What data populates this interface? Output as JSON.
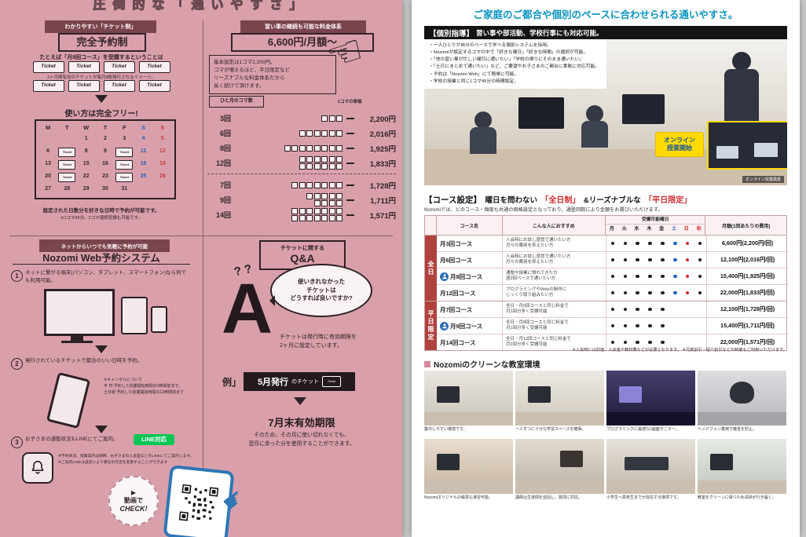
{
  "left": {
    "banner": "圧倒的な「通いやすさ」",
    "ticket": {
      "ribbon": "わかりやすい「チケット制」",
      "title": "完全予約制",
      "lead": "たとえば「月8回コース」を受講するということは",
      "ticket_label": "Ticket",
      "between_note": "2ヶ月間有効のチケットが毎月8枚発行されるイメージ。",
      "free_title": "使い方は完全フリー!",
      "calendar": {
        "header": [
          "M",
          "T",
          "W",
          "T",
          "F",
          "S",
          "S"
        ],
        "weeks": [
          [
            "",
            "",
            "1",
            "2",
            "3",
            "4",
            "5"
          ],
          [
            "6",
            "7",
            "8",
            "9",
            "10",
            "11",
            "12"
          ],
          [
            "13",
            "14",
            "15",
            "16",
            "17",
            "18",
            "19"
          ],
          [
            "20",
            "21",
            "22",
            "23",
            "24",
            "25",
            "26"
          ],
          [
            "27",
            "28",
            "29",
            "30",
            "31",
            "",
            ""
          ]
        ],
        "ticket_days": [
          "7",
          "10",
          "14",
          "17",
          "21",
          "24"
        ]
      },
      "note": "設定された日数分を好きな日時で予約が可能です。",
      "note_small": "※1コマ45分。2コマ連続受講も可能です。"
    },
    "pricing": {
      "ribbon": "習い事の継続も可能な料金体系",
      "title": "6,600円/月額〜",
      "lead": "基本設定は1コマ2,200円。\nコマが増えるほど、平日限定など\nリーズナブルな料金体系だから\n長く続けて頂けます。",
      "col_header": "ひと月のコマ数",
      "unit_header": "1コマの単価",
      "rows": [
        {
          "count": "3回",
          "n": 3,
          "price": "2,200円"
        },
        {
          "count": "6回",
          "n": 6,
          "price": "2,016円"
        },
        {
          "count": "8回",
          "n": 8,
          "price": "1,925円"
        },
        {
          "count": "12回",
          "n": 12,
          "price": "1,833円"
        },
        {
          "count": "7回",
          "n": 7,
          "price": "1,728円"
        },
        {
          "count": "9回",
          "n": 9,
          "price": "1,711円"
        },
        {
          "count": "14回",
          "n": 14,
          "price": "1,571円"
        }
      ],
      "split_after": 4
    },
    "web": {
      "ribbon": "ネットからいつでも気軽に予約が可能",
      "title": "Nozomi Web予約システム",
      "n1": "1",
      "n2": "2",
      "n3": "3",
      "step1": "ネットに繋がる端末(パソコン、タブレット、スマートフォン)なら何でも利用可能。",
      "step2": "発行されているチケットで都合のいい日時を予約。",
      "step2_note": "※キャンセルについて\n平 日:予約した授業開始時間の3時間前まで。\n土日祝:予約した授業開始時間の12時間前まで",
      "step3": "お子さまの通塾状況もLINEにてご案内。",
      "line_badge": "LINE対応",
      "step3_note": "※予約状況、授業案内は随時、お子さまの入退室などをLINEにてご案内します。\n※ご案内LINEは設定により受信の可否を変更することができます"
    },
    "qa": {
      "ribbon": "チケットに関する",
      "title": "Q&A",
      "q_marks": "? ?",
      "question": "使いきれなかった\nチケットは\nどうすれば良いですか?",
      "big_a": "A",
      "answer": "チケットは発行時に有効期限を\n2ヶ月に設定しています。",
      "example_label": "例」",
      "example_month": "5月発行",
      "example_suffix": "のチケット",
      "deadline": "7月末有効期限",
      "closing": "そのため、その月に使い切れなくても、\n翌月に余った分を使用することができます。"
    },
    "video": {
      "play": "▶",
      "line1": "動画で",
      "line2": "CHECK!"
    }
  },
  "right": {
    "headline": "ご家庭のご都合や個別のペースに合わせられる通いやすさ。",
    "kobetsu": {
      "label": "【個別指導】",
      "title": "習い事や部活動、学校行事にも対応可能。",
      "bullets": [
        "一人ひとりが自分のペースで学べる個別システムを採用。",
        "Nozomiが設定するコマの中で「好きな曜日」「好きな時間」の選択が可能。",
        "「他の習い事が忙しい曜日に通いたい」「学校の帰りにそのまま通いたい」",
        "「土日にまとめて通いたい」など、ご要望やお子さまのご都合に柔軟に対応可能。",
        "予約は「Nozomi Web」にて簡単に可能。",
        "学校の授業と同じ1コマ45分の時間設定。"
      ],
      "photo_badge": "オンライン\n授業開始",
      "photo_caption": "オンライン授業風景"
    },
    "course": {
      "label": "【コース設定】",
      "t1": "曜日を問わない",
      "red1": "「全日制」",
      "t2": "&リーズナブルな",
      "red2": "「平日限定」",
      "sub": "Nozomiでは、どのコース・頻度も共通の価格設定となっており、通塾回数により金額をお選びいただけます。",
      "table": {
        "h_course": "コース名",
        "h_recommend": "こんな人におすすめ",
        "h_days": "受講可能曜日",
        "h_price": "月額(1回あたりの費用)",
        "day_labels": [
          "月",
          "火",
          "水",
          "木",
          "金",
          "土",
          "日",
          "祝"
        ],
        "groups": [
          {
            "name": "全日",
            "rows": [
              {
                "name": "月3回コース",
                "badge": false,
                "recommend": "入会時にお試し感覚で通いたい方\n月々の費用を抑えたい方",
                "dots": [
                  1,
                  1,
                  1,
                  1,
                  1,
                  1,
                  1,
                  1
                ],
                "price": "6,600円(2,200円/回)"
              },
              {
                "name": "月6回コース",
                "badge": false,
                "recommend": "入会時にお試し感覚で通いたい方\n月々の費用を抑えたい方",
                "dots": [
                  1,
                  1,
                  1,
                  1,
                  1,
                  1,
                  1,
                  1
                ],
                "price": "12,100円(2,016円/回)"
              },
              {
                "name": "月8回コース",
                "badge": true,
                "recommend": "通塾や授業に慣れてきた方\n週2回ペースで通いたい方",
                "dots": [
                  1,
                  1,
                  1,
                  1,
                  1,
                  1,
                  1,
                  1
                ],
                "price": "15,400円(1,925円/回)"
              },
              {
                "name": "月12回コース",
                "badge": false,
                "recommend": "プログラミングやWebの制作に\nじっくり取り組みたい方",
                "dots": [
                  1,
                  1,
                  1,
                  1,
                  1,
                  1,
                  1,
                  1
                ],
                "price": "22,000円(1,833円/回)"
              }
            ]
          },
          {
            "name": "平日限定",
            "rows": [
              {
                "name": "月7回コース",
                "badge": false,
                "recommend": "全日・月6回コースと同じ料金で\n月1回分多く受講可能",
                "dots": [
                  1,
                  1,
                  1,
                  1,
                  1,
                  0,
                  0,
                  0
                ],
                "price": "12,100円(1,728円/回)"
              },
              {
                "name": "月9回コース",
                "badge": true,
                "recommend": "全日・月8回コースと同じ料金で\n月1回分多く受講可能",
                "dots": [
                  1,
                  1,
                  1,
                  1,
                  1,
                  0,
                  0,
                  0
                ],
                "price": "15,400円(1,711円/回)"
              },
              {
                "name": "月14回コース",
                "badge": false,
                "recommend": "全日・月12回コースと同じ料金で\n月2回分多く受講可能",
                "dots": [
                  1,
                  1,
                  1,
                  1,
                  1,
                  0,
                  0,
                  0
                ],
                "price": "22,000円(1,571円/回)"
              }
            ]
          }
        ]
      },
      "notes": "※入会時には別途、入会金や教材費などが必要となります。 ※兄弟割引・紹介割引などの制度もご利用いただけます。"
    },
    "env": {
      "title": "Nozomiのクリーンな教室環境",
      "photos": [
        {
          "caption": "集中しやすい環境です。"
        },
        {
          "caption": "一人ずつに十分な学習スペースを確保。"
        },
        {
          "caption": "プログラミングに最適な2画面モニター。"
        },
        {
          "caption": "ヘッドフォン着用で雑音を防止。"
        },
        {
          "caption": "Nozomiオリジナルの帳票も演習可能。"
        },
        {
          "caption": "講師は生徒間を巡回し、質問に対応。"
        },
        {
          "caption": "小学生〜高校生までが混在する環境です。"
        },
        {
          "caption": "教室をクリーンに保つため清掃が行き届く。"
        }
      ]
    }
  }
}
